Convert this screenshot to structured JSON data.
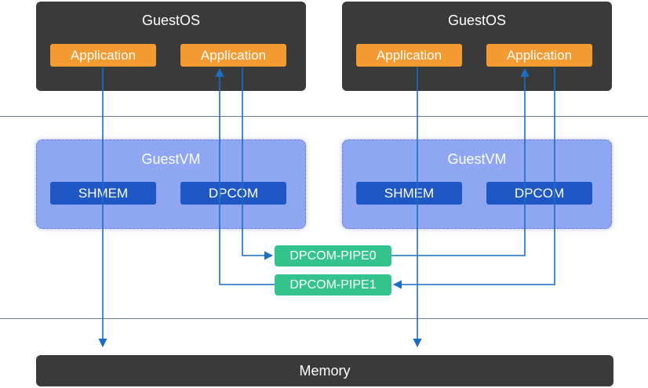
{
  "left": {
    "guestos_title": "GuestOS",
    "app1": "Application",
    "app2": "Application",
    "guestvm_title": "GuestVM",
    "shmem": "SHMEM",
    "dpcom": "DPCOM"
  },
  "right": {
    "guestos_title": "GuestOS",
    "app1": "Application",
    "app2": "Application",
    "guestvm_title": "GuestVM",
    "shmem": "SHMEM",
    "dpcom": "DPCOM"
  },
  "pipes": {
    "pipe0": "DPCOM-PIPE0",
    "pipe1": "DPCOM-PIPE1"
  },
  "memory_label": "Memory",
  "colors": {
    "guestos": "#3a3a3a",
    "application": "#f39a31",
    "guestvm": "#8fa7f3",
    "module": "#1f57c4",
    "pipe": "#33c48e",
    "arrow": "#1a6fc4"
  }
}
